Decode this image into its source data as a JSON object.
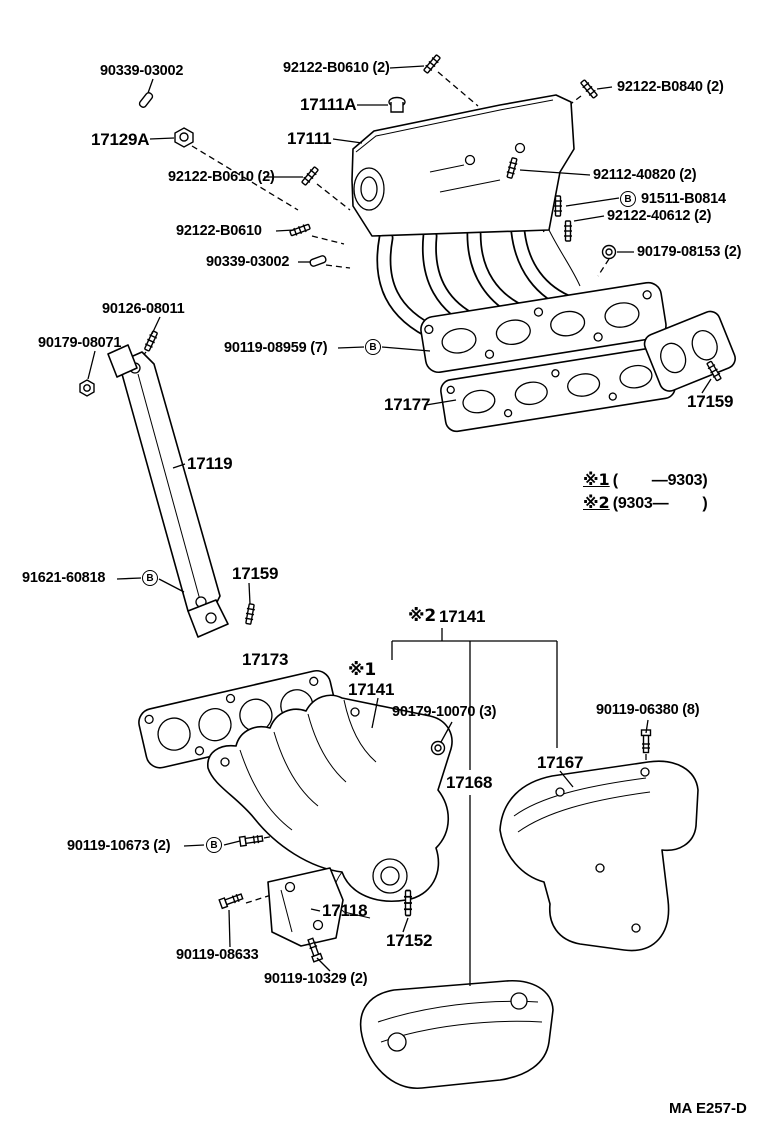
{
  "figure_code": "MA E257-D",
  "markers": {
    "note1": "※1",
    "note2": "※2",
    "circled_b": "B"
  },
  "legend": {
    "note1_marker": "※1",
    "note1_text": "(        —9303)",
    "note2_marker": "※2",
    "note2_text": "(9303—        )"
  },
  "parts": {
    "p90339_top": "90339-03002",
    "p92122b0610_top": "92122-B0610 (2)",
    "p92122b0840": "92122-B0840 (2)",
    "p17111a": "17111A",
    "p17129a": "17129A",
    "p17111": "17111",
    "p92122b0610_mid": "92122-B0610 (2)",
    "p92112_40820": "92112-40820 (2)",
    "p91511b0814": "91511-B0814",
    "p92122_40612": "92122-40612 (2)",
    "p92122b0610_low": "92122-B0610",
    "p90179_08153": "90179-08153 (2)",
    "p90339_low": "90339-03002",
    "p90126_08011": "90126-08011",
    "p90179_08071": "90179-08071",
    "p90119_08959": "90119-08959 (7)",
    "p17177": "17177",
    "p17159_right": "17159",
    "p17119": "17119",
    "p91621_60818": "91621-60818",
    "p17159_left": "17159",
    "p17141": "17141",
    "p17173": "17173",
    "p17141b": "17141",
    "p90179_10070": "90179-10070 (3)",
    "p90119_06380": "90119-06380 (8)",
    "p17167": "17167",
    "p17168": "17168",
    "p90119_10673": "90119-10673 (2)",
    "p17118": "17118",
    "p17152": "17152",
    "p90119_08633": "90119-08633",
    "p90119_10329": "90119-10329 (2)"
  }
}
